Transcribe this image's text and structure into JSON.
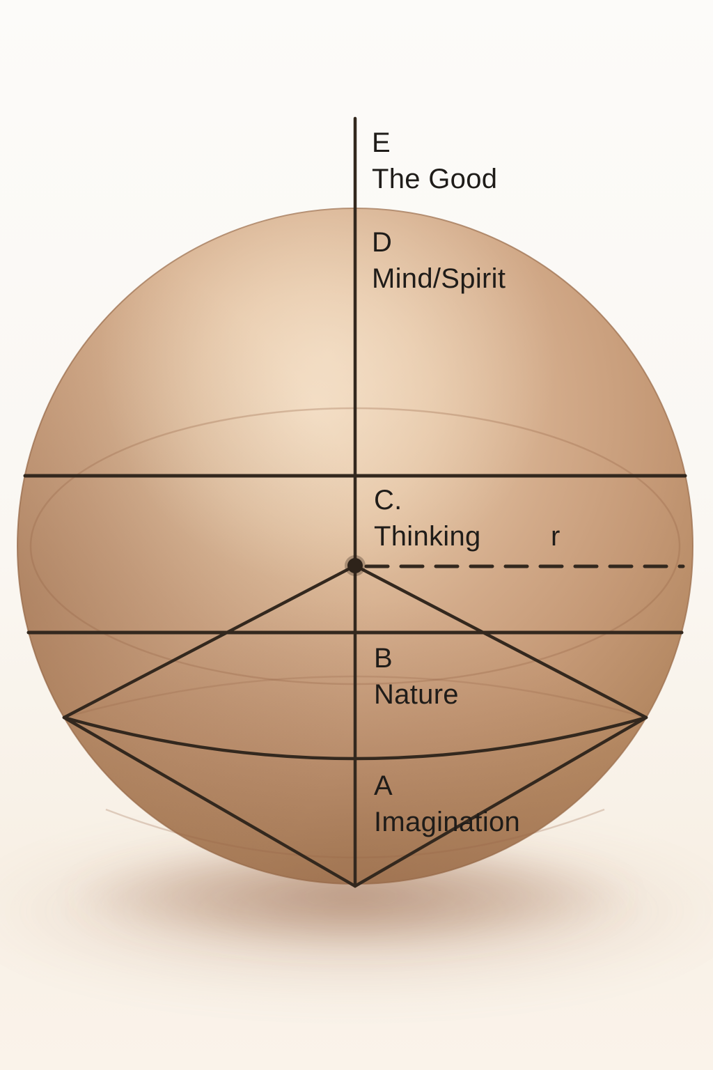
{
  "diagram": {
    "sections": {
      "e": {
        "letter": "E",
        "text": "The Good"
      },
      "d": {
        "letter": "D",
        "text": "Mind/Spirit"
      },
      "c": {
        "letter": "C.",
        "text": "Thinking"
      },
      "b": {
        "letter": "B",
        "text": "Nature"
      },
      "a": {
        "letter": "A",
        "text": "Imagination"
      }
    },
    "radius_label": "r"
  },
  "colors": {
    "background_top": "#fcfbf9",
    "background_bottom": "#f8f0e5",
    "sphere_highlight": "#eed5b9",
    "sphere_mid": "#d2aa89",
    "sphere_edge": "#a87a58",
    "rim": "#9c6f4e",
    "line_dark": "#33281e",
    "text": "#1f1c19",
    "shadow": "#b08866"
  }
}
